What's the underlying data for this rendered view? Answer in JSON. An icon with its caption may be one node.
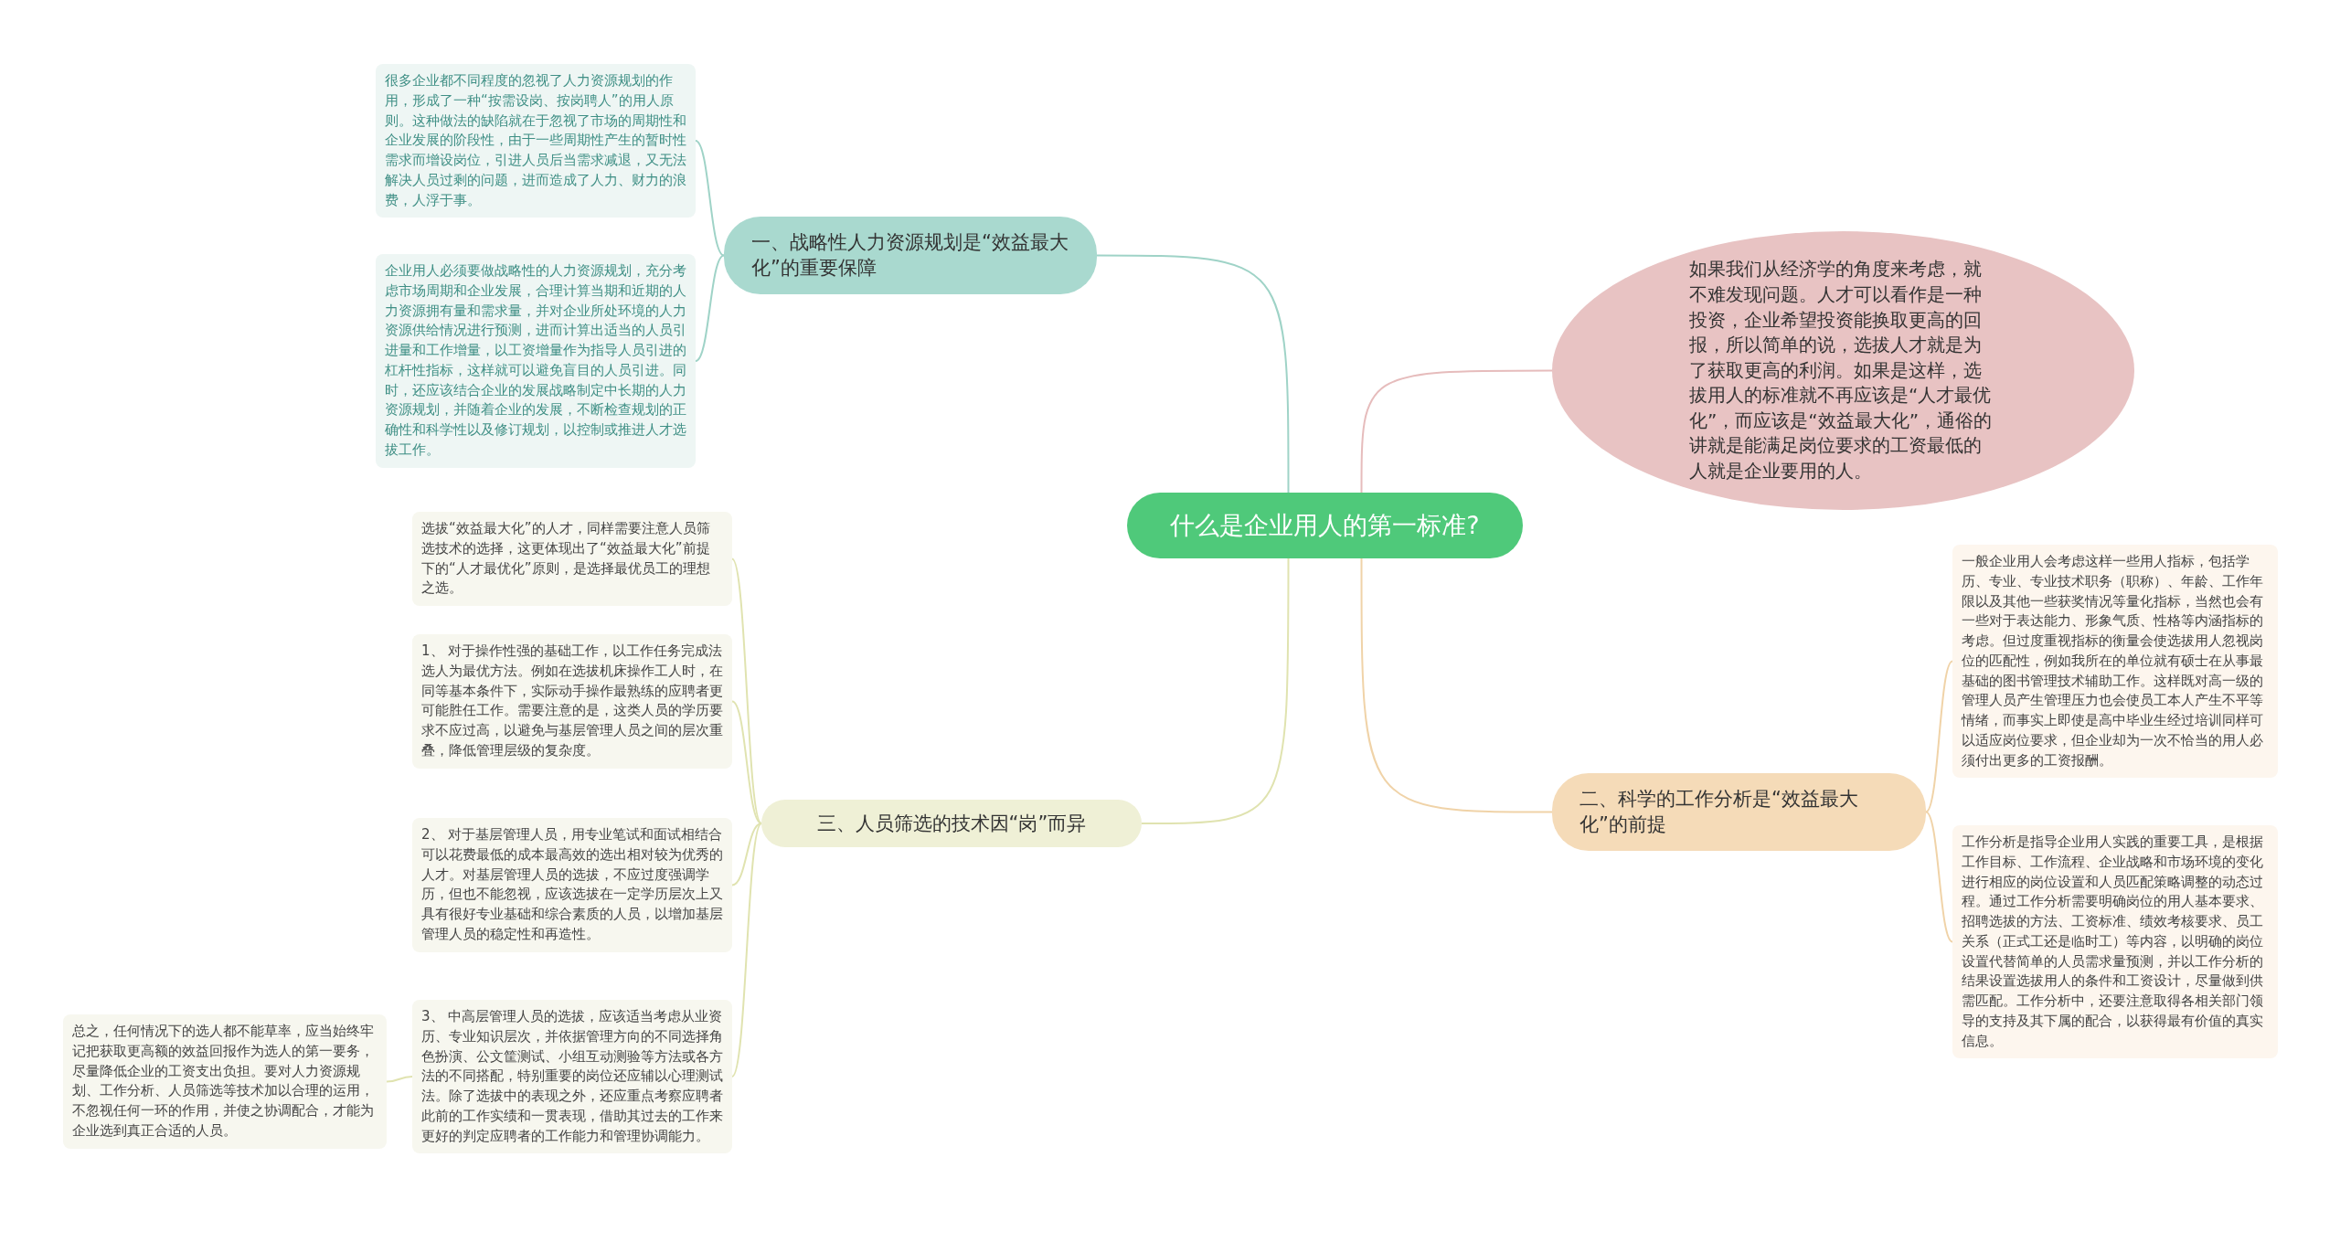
{
  "diagram": {
    "nodes": [
      {
        "text": [
          "什么是企业用人的第一标准?"
        ]
      },
      {
        "text": [
          "一、战略性人力资源规划是“效益最大化”的重要保障"
        ]
      },
      {
        "text": [
          "很多企业都不同程度的忽视了人力资源规划的作用，形成了一种“按需设岗、按岗聘人”的用人原则。这种做法的缺陷就在于忽视了市场的周期性和企业发展的阶段性，由于一些周期性产生的暂时性需求而增设岗位，引进人员后当需求减退，又无法解决人员过剩的问题，进而造成了人力、财力的浪费，人浮于事。"
        ]
      },
      {
        "text": [
          "企业用人必须要做战略性的人力资源规划，充分考虑市场周期和企业发展，合理计算当期和近期的人力资源拥有量和需求量，并对企业所处环境的人力资源供给情况进行预测，进而计算出适当的人员引进量和工作增量，以工资增量作为指导人员引进的杠杆性指标，这样就可以避免盲目的人员引进。同时，还应该结合企业的发展战略制定中长期的人力资源规划，并随着企业的发展，不断检查规划的正确性和科学性以及修订规划，以控制或推进人才选拔工作。"
        ]
      },
      {
        "text": [
          "如果我们从经济学的角度来考虑，就不难发现问题。人才可以看作是一种投资，企业希望投资能换取更高的回报，所以简单的说，选拔人才就是为了获取更高的利润。如果是这样，选拔用人的标准就不再应该是“人才最优化”，而应该是“效益最大化”，通俗的讲就是能满足岗位要求的工资最低的人就是企业要用的人。"
        ]
      },
      {
        "text": [
          "二、科学的工作分析是“效益最大化”的前提"
        ]
      },
      {
        "text": [
          "一般企业用人会考虑这样一些用人指标，包括学历、专业、专业技术职务（职称）、年龄、工作年限以及其他一些获奖情况等量化指标，当然也会有一些对于表达能力、形象气质、性格等内涵指标的考虑。但过度重视指标的衡量会使选拔用人忽视岗位的匹配性，例如我所在的单位就有硕士在从事最基础的图书管理技术辅助工作。这样既对高一级的管理人员产生管理压力也会使员工本人产生不平等情绪，而事实上即使是高中毕业生经过培训同样可以适应岗位要求，但企业却为一次不恰当的用人必须付出更多的工资报酬。"
        ]
      },
      {
        "text": [
          "工作分析是指导企业用人实践的重要工具，是根据工作目标、工作流程、企业战略和市场环境的变化进行相应的岗位设置和人员匹配策略调整的动态过程。通过工作分析需要明确岗位的用人基本要求、招聘选拔的方法、工资标准、绩效考核要求、员工关系（正式工还是临时工）等内容，以明确的岗位设置代替简单的人员需求量预测，并以工作分析的结果设置选拔用人的条件和工资设计，尽量做到供需匹配。工作分析中，还要注意取得各相关部门领导的支持及其下属的配合，以获得最有价值的真实信息。"
        ]
      },
      {
        "text": [
          "三、人员筛选的技术因“岗”而异"
        ]
      },
      {
        "text": [
          "选拔“效益最大化”的人才，同样需要注意人员筛选技术的选择，这更体现出了“效益最大化”前提下的“人才最优化”原则，是选择最优员工的理想之选。"
        ]
      },
      {
        "text": [
          "1、 对于操作性强的基础工作，以工作任务完成法选人为最优方法。例如在选拔机床操作工人时，在同等基本条件下，实际动手操作最熟练的应聘者更可能胜任工作。需要注意的是，这类人员的学历要求不应过高，以避免与基层管理人员之间的层次重叠，降低管理层级的复杂度。"
        ]
      },
      {
        "text": [
          "2、 对于基层管理人员，用专业笔试和面试相结合可以花费最低的成本最高效的选出相对较为优秀的人才。对基层管理人员的选拔，不应过度强调学历，但也不能忽视，应该选拔在一定学历层次上又具有很好专业基础和综合素质的人员，以增加基层管理人员的稳定性和再造性。"
        ]
      },
      {
        "text": [
          "3、 中高层管理人员的选拔，应该适当考虑从业资历、专业知识层次，并依据管理方向的不同选择角色扮演、公文筐测试、小组互动测验等方法或各方法的不同搭配，特别重要的岗位还应辅以心理测试法。除了选拔中的表现之外，还应重点考察应聘者此前的工作实绩和一贯表现，借助其过去的工作来更好的判定应聘者的工作能力和管理协调能力。"
        ]
      },
      {
        "text": [
          "总之，任何情况下的选人都不能草率，应当始终牢记把获取更高额的效益回报作为选人的第一要务，尽量降低企业的工资支出负担。要对人力资源规划、工作分析、人员筛选等技术加以合理的运用，不忽视任何一环的作用，并使之协调配合，才能为企业选到真正合适的人员。"
        ]
      }
    ],
    "edges": [
      {
        "from": 0,
        "to": 1,
        "arrow": "none",
        "color": "#9fd3c7"
      },
      {
        "from": 0,
        "to": 4,
        "arrow": "none",
        "color": "#e6bcbc"
      },
      {
        "from": 0,
        "to": 5,
        "arrow": "none",
        "color": "#f0d3a8"
      },
      {
        "from": 0,
        "to": 8,
        "arrow": "none",
        "color": "#e0e3b0"
      },
      {
        "from": 1,
        "to": 2,
        "arrow": "none",
        "color": "#9fd3c7"
      },
      {
        "from": 1,
        "to": 3,
        "arrow": "none",
        "color": "#9fd3c7"
      },
      {
        "from": 5,
        "to": 6,
        "arrow": "none",
        "color": "#f0d3a8"
      },
      {
        "from": 5,
        "to": 7,
        "arrow": "none",
        "color": "#f0d3a8"
      },
      {
        "from": 8,
        "to": 9,
        "arrow": "none",
        "color": "#e0e3b0"
      },
      {
        "from": 8,
        "to": 10,
        "arrow": "none",
        "color": "#e0e3b0"
      },
      {
        "from": 8,
        "to": 11,
        "arrow": "none",
        "color": "#e0e3b0"
      },
      {
        "from": 8,
        "to": 12,
        "arrow": "none",
        "color": "#e0e3b0"
      },
      {
        "from": 12,
        "to": 13,
        "arrow": "none",
        "color": "#e0e3b0"
      }
    ]
  }
}
